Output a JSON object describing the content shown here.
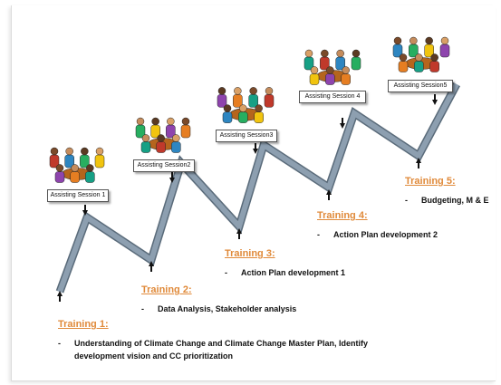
{
  "sessions": [
    {
      "label": "Assisting Session 1"
    },
    {
      "label": "Assisting Session2"
    },
    {
      "label": "Assisting Session3"
    },
    {
      "label": "Assisting Session 4"
    },
    {
      "label": "Assisting Session5"
    }
  ],
  "trainings": [
    {
      "title": "Training 1:",
      "item_line1": "Understanding of Climate Change and Climate Change Master Plan, Identify",
      "item_line2": "development vision and CC prioritization"
    },
    {
      "title": "Training 2:",
      "item_line1": "Data Analysis, Stakeholder analysis"
    },
    {
      "title": "Training 3:",
      "item_line1": "Action Plan development 1"
    },
    {
      "title": "Training 4:",
      "item_line1": "Action Plan development 2"
    },
    {
      "title": "Training 5:",
      "item_line1": "Budgeting, M & E"
    }
  ],
  "colors": {
    "zigzag": "#8d9fb0",
    "zigzag_edge": "#5a6b7a",
    "training_title": "#e08a3a",
    "arrow": "#111111"
  },
  "icons": [
    "people-group-icon",
    "arrow-up-icon",
    "arrow-down-icon"
  ]
}
